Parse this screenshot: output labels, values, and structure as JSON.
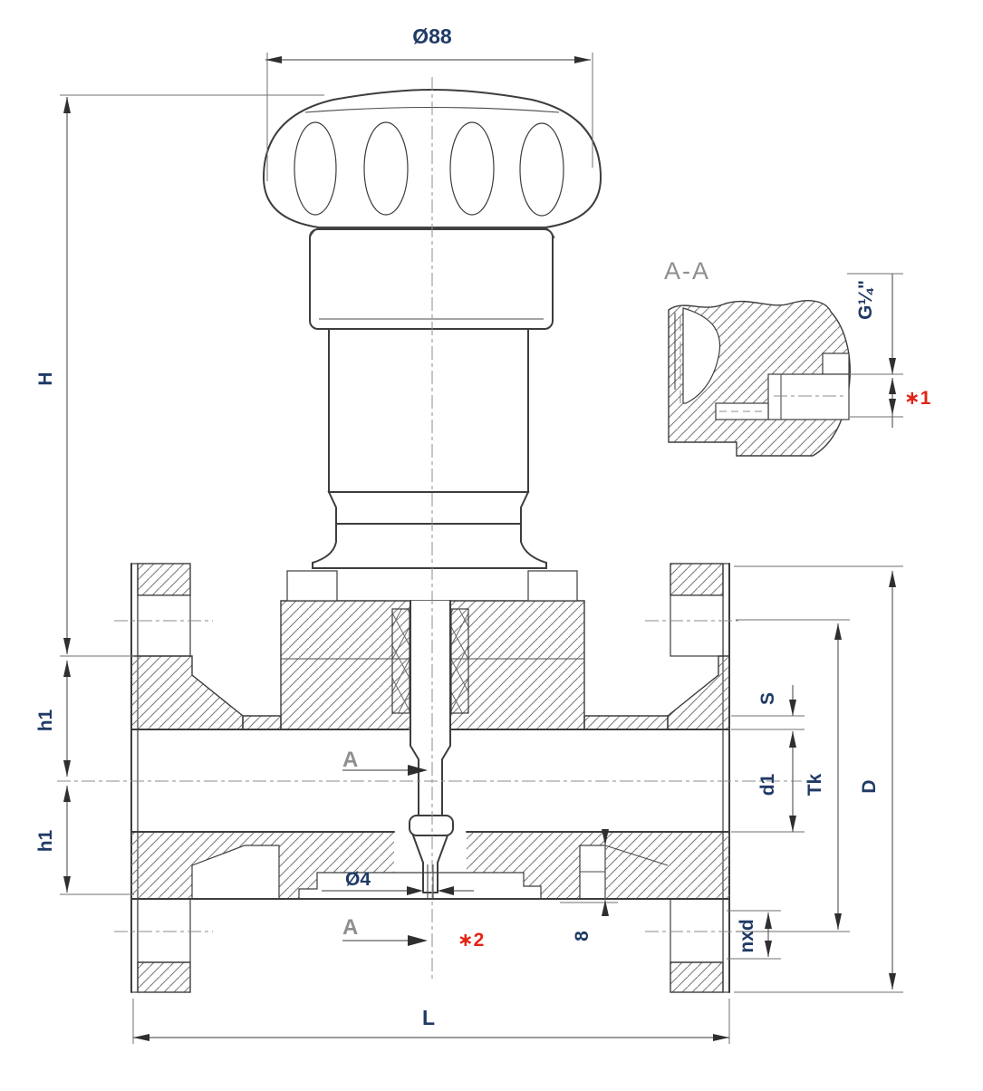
{
  "drawing": {
    "kind": "valve-sectional-engineering-drawing",
    "section_title": "A-A"
  },
  "labels": {
    "top_diameter": "Ø88",
    "height_total": "H",
    "height_upper": "h1",
    "height_lower": "h1",
    "face_to_face_length": "L",
    "wall_thickness": "S",
    "bore_diameter": "d1",
    "bolt_circle_diameter": "Tk",
    "flange_diameter": "D",
    "bolt_holes": "nxd",
    "seat_step_height": "8",
    "stem_tip_diameter": "Ø4",
    "thread_size": "G¼\"",
    "section_cut_top": "A",
    "section_cut_bottom": "A"
  },
  "notes": {
    "note_1": "∗1",
    "note_2": "∗2"
  },
  "colors": {
    "dimension_text": "#203a66",
    "annotation_gray": "#8f8f8f",
    "note_red": "#e42313",
    "object_line": "#3d3d3d"
  }
}
